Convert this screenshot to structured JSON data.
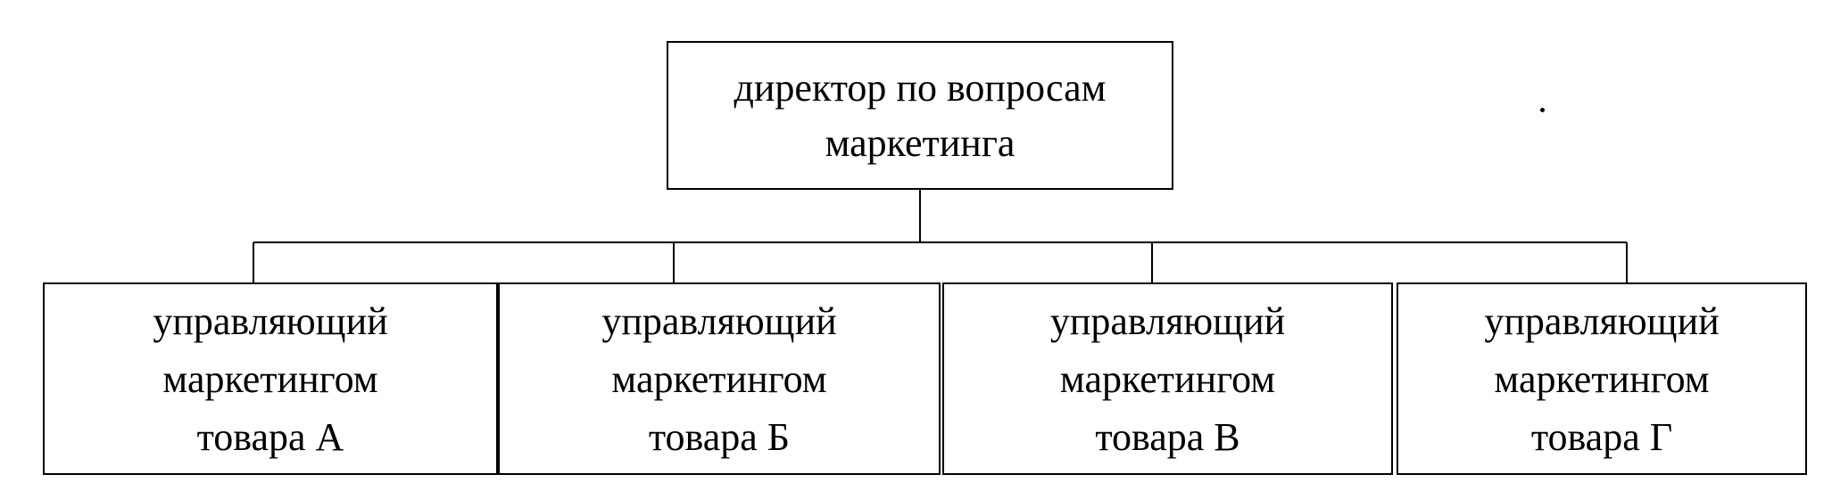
{
  "diagram": {
    "root": {
      "lines": [
        "директор по вопросам",
        "маркетинга"
      ]
    },
    "children": [
      {
        "lines": [
          "управляющий",
          "маркетингом",
          "товара А"
        ]
      },
      {
        "lines": [
          "управляющий",
          "маркетингом",
          "товара Б"
        ]
      },
      {
        "lines": [
          "управляющий",
          "маркетингом",
          "товара В"
        ]
      },
      {
        "lines": [
          "управляющий",
          "маркетингом",
          "товара Г"
        ]
      }
    ]
  }
}
